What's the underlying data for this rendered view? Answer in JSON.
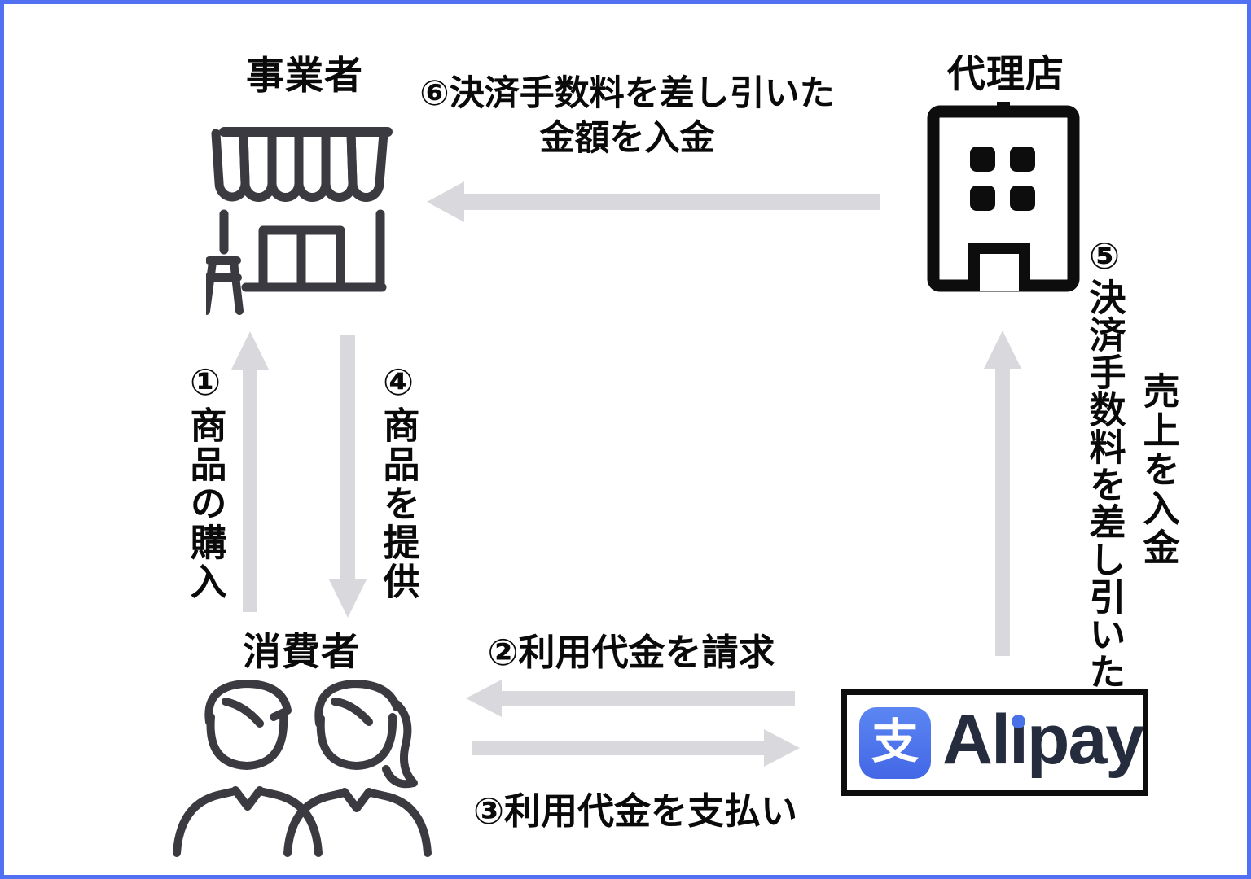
{
  "diagram": {
    "type": "flow-diagram",
    "subject": "Alipay payment flow",
    "nodes": {
      "business": {
        "label": "事業者",
        "icon": "storefront-icon"
      },
      "agency": {
        "label": "代理店",
        "icon": "office-building-icon"
      },
      "consumer": {
        "label": "消費者",
        "icon": "two-consumers-icon"
      },
      "alipay": {
        "brand": "Alipay",
        "mark_glyph": "支",
        "brand_parts": {
          "pre": "Al",
          "i": "ı",
          "post": "pay"
        }
      }
    },
    "flows": {
      "purchase": {
        "label": "①商品の購入",
        "from": "消費者",
        "to": "事業者",
        "direction": "up"
      },
      "charge": {
        "label": "②利用代金を請求",
        "from": "Alipay",
        "to": "消費者",
        "direction": "left"
      },
      "pay": {
        "label": "③利用代金を支払い",
        "from": "消費者",
        "to": "Alipay",
        "direction": "right"
      },
      "provide": {
        "label": "④商品を提供",
        "from": "事業者",
        "to": "消費者",
        "direction": "down"
      },
      "settle_agency": {
        "label_col1": "⑤決済手数料を差し引いた",
        "label_col2": "売上を入金",
        "from": "Alipay",
        "to": "代理店",
        "direction": "up"
      },
      "settle_business": {
        "label_line1": "⑥決済手数料を差し引いた",
        "label_line2": "金額を入金",
        "from": "代理店",
        "to": "事業者",
        "direction": "left"
      }
    },
    "colors": {
      "frame_border": "#5271f2",
      "arrow": "#d9d9dd",
      "icon_stroke": "#3a3a40",
      "text": "#0a0a0a",
      "alipay_blue": "#4a72e8",
      "alipay_navy": "#252c3e",
      "building_black": "#0d0d0d"
    }
  }
}
